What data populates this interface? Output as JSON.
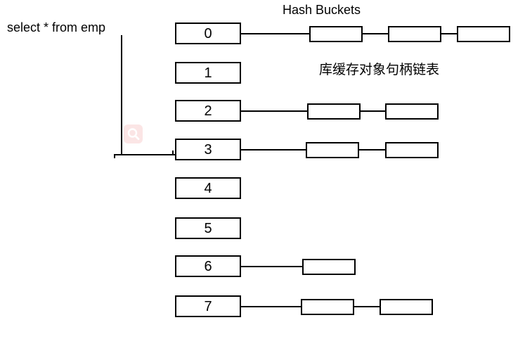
{
  "title": "Hash Buckets",
  "query": {
    "text": "select * from emp",
    "points_to_bucket": "3"
  },
  "annotation": "库缓存对象句柄链表",
  "buckets": [
    {
      "label": "0",
      "chain_length": 3
    },
    {
      "label": "1",
      "chain_length": 0
    },
    {
      "label": "2",
      "chain_length": 2
    },
    {
      "label": "3",
      "chain_length": 2
    },
    {
      "label": "4",
      "chain_length": 0
    },
    {
      "label": "5",
      "chain_length": 0
    },
    {
      "label": "6",
      "chain_length": 1
    },
    {
      "label": "7",
      "chain_length": 2
    }
  ],
  "icons": {
    "magnifier": "magnifier-icon"
  },
  "colors": {
    "background": "#ffffff",
    "line": "#000000",
    "text": "#000000",
    "magnifier_bg": "#fbe5e5",
    "magnifier_glyph": "#ffffff"
  }
}
